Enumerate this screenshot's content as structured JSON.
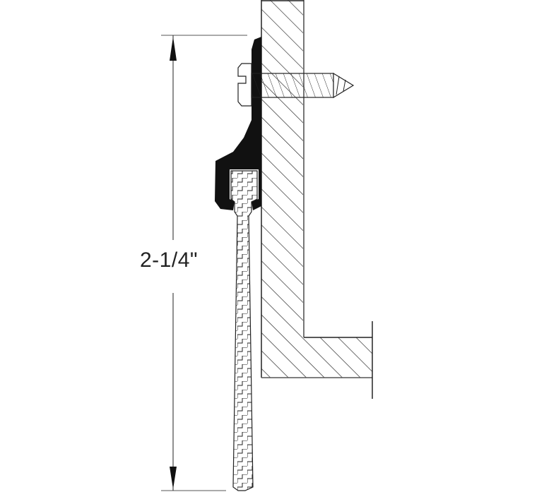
{
  "drawing": {
    "type": "cross-section detail",
    "subject": "door sweep / brush seal mounted to frame with screw",
    "dimension": {
      "label": "2-1/4\"",
      "orientation": "vertical"
    },
    "components": [
      {
        "name": "wall-frame",
        "fill": "diagonal hatch"
      },
      {
        "name": "mounting-screw",
        "fill": "white with thread lines"
      },
      {
        "name": "retainer-profile",
        "fill": "#111111"
      },
      {
        "name": "brush-insert",
        "fill": "white with stepped pattern"
      }
    ],
    "colors": {
      "line": "#222222",
      "retainer": "#111111",
      "background": "#ffffff",
      "dimension_line": "#777777"
    }
  }
}
